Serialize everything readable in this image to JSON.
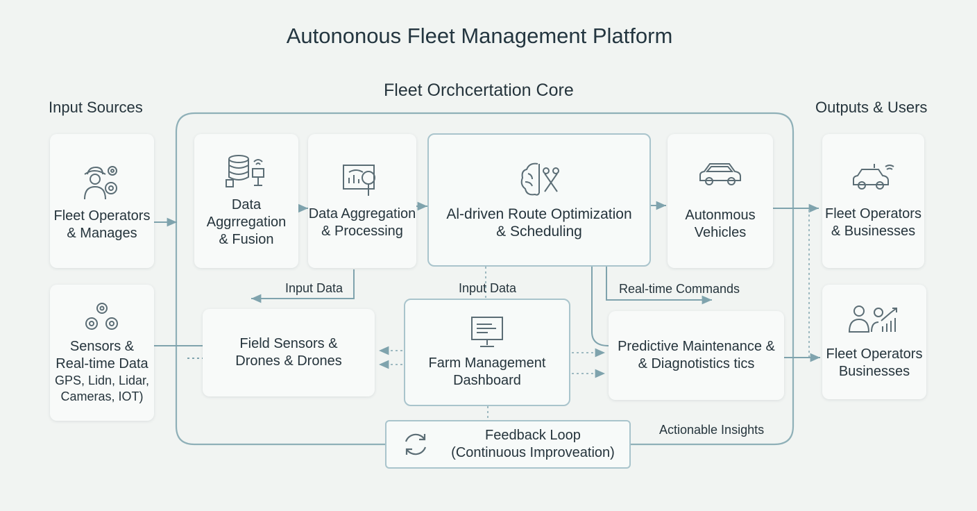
{
  "title": "Autononous Fleet Management Platform",
  "sections": {
    "inputs": "Input Sources",
    "core": "Fleet Orchcertation Core",
    "outputs": "Outputs & Users"
  },
  "inputs": {
    "operators": {
      "label": "Fleet Operators\n& Manages",
      "icon": "operator-gears-icon"
    },
    "sensors": {
      "label": "Sensors &\nReal-time Data",
      "sub": "GPS, Lidn, Lidar,\nCameras, IOT)",
      "icon": "gears-icon"
    }
  },
  "core": {
    "fusion": {
      "label": "Data\nAggrregation\n& Fusion",
      "icon": "database-icon"
    },
    "aggregation": {
      "label": "Data Aggregation\n& Processing",
      "icon": "analytics-icon"
    },
    "route": {
      "label": "Al-driven Route Optimization\n& Scheduling",
      "icon": "ai-brain-icon"
    },
    "vehicles": {
      "label": "Autonmous\nVehicles",
      "icon": "car-icon"
    },
    "field": {
      "label": "Field Sensors &\nDrones & Drones"
    },
    "dashboard": {
      "label": "Farm Management\nDashboard",
      "icon": "monitor-icon"
    },
    "maintenance": {
      "label": "Predictive Maintenance &\n& Diagnotistics tics"
    },
    "feedback": {
      "label": "Feedback Loop\n(Continuous Improveation)",
      "icon": "refresh-icon"
    }
  },
  "outputs": {
    "businesses": {
      "label": "Fleet Operators\n& Businesses",
      "icon": "connected-car-icon"
    },
    "businesses2": {
      "label": "Fleet Operators\nBusinesses",
      "icon": "users-chart-icon"
    }
  },
  "annotations": {
    "input_data_left": "Input Data",
    "input_data_center": "Input Data",
    "realtime_commands": "Real-time Commands",
    "actionable_insights": "Actionable Insights"
  },
  "colors": {
    "line": "#7fa3ad",
    "border": "#a9c4cc",
    "text": "#25343c",
    "background": "#f1f4f2"
  }
}
